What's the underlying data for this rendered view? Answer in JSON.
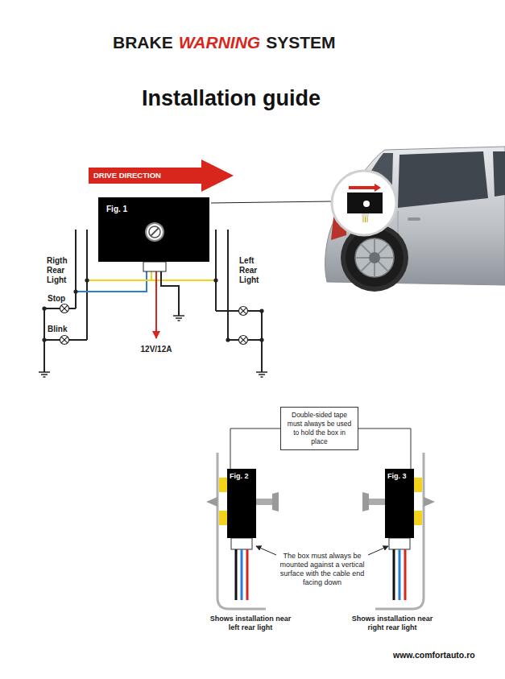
{
  "diagram": {
    "title": "Installation guide",
    "nodes": [
      {
        "text": [
          "DRIVE DIRECTION"
        ]
      },
      {
        "text": [
          "Fig. 1"
        ]
      },
      {
        "text": [
          "Double-sided tape must always be used to hold the box in place"
        ]
      },
      {
        "text": [
          "Fig. 2"
        ]
      },
      {
        "text": [
          "Fig. 3"
        ]
      }
    ],
    "edges": [
      {
        "from": 2,
        "to": 3,
        "arrow": "none"
      },
      {
        "from": 2,
        "to": 4,
        "arrow": "none"
      }
    ],
    "labels": [
      "BRAKE",
      "WARNING",
      "SYSTEM",
      "Rigth Rear Light",
      "Stop",
      "Blink",
      "Left Rear Light",
      "12V/12A",
      "The box must always be mounted against a vertical surface with the cable end facing down",
      "Shows installation near left rear light",
      "Shows installation near right rear light",
      "www.comfortauto.ro"
    ]
  }
}
